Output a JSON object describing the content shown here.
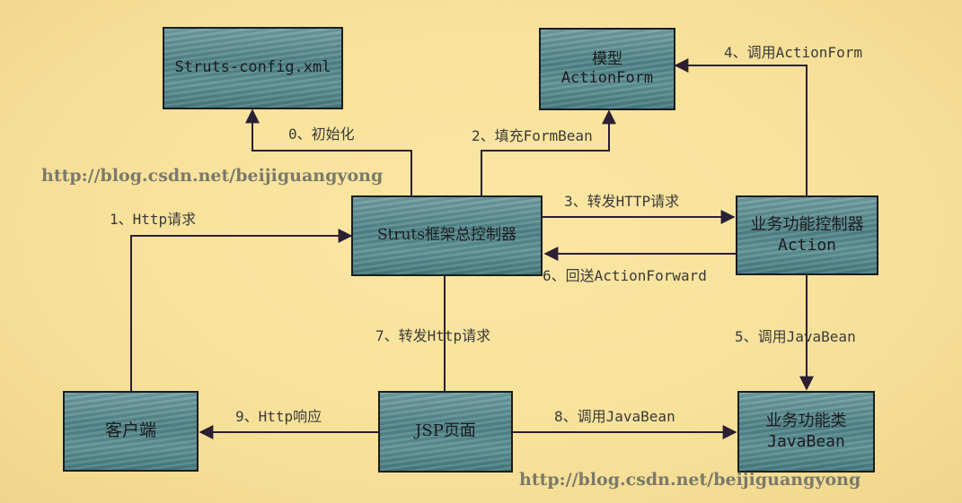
{
  "nodes": {
    "struts_config": {
      "line1": "Struts-config.xml"
    },
    "model": {
      "line1": "模型",
      "line2": "ActionForm"
    },
    "controller": {
      "line1": "Struts框架总控制器"
    },
    "action": {
      "line1": "业务功能控制器",
      "line2": "Action"
    },
    "client": {
      "line1": "客户端"
    },
    "jsp": {
      "line1": "JSP页面"
    },
    "javabean": {
      "line1": "业务功能类",
      "line2": "JavaBean"
    }
  },
  "edges": {
    "e0": "0、初始化",
    "e1": "1、Http请求",
    "e2": "2、填充FormBean",
    "e3": "3、转发HTTP请求",
    "e4": "4、调用ActionForm",
    "e5": "5、调用JavaBean",
    "e6": "6、回送ActionForward",
    "e7": "7、转发Http请求",
    "e8": "8、调用JavaBean",
    "e9": "9、Http响应"
  },
  "watermarks": {
    "top": "http://blog.csdn.net/beijiguangyong",
    "bottom": "http://blog.csdn.net/beijiguangyong"
  },
  "colors": {
    "line": "#2b1f33",
    "box_border": "#1c1c1c",
    "background": "#f7e19a"
  }
}
